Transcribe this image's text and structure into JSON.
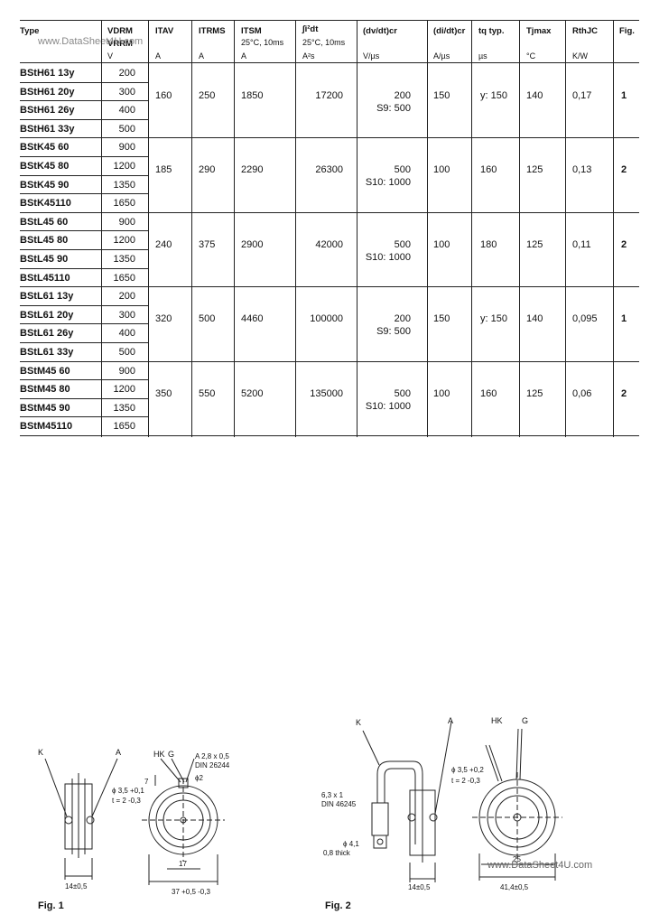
{
  "header": {
    "type": "Type",
    "vdrm": "VDRM",
    "vrrm": "VRRM",
    "itav": "ITAV",
    "itrms": "ITRMS",
    "itsm": "ITSM",
    "itsm_cond": "25°C, 10ms",
    "i2dt": "∫i²dt",
    "i2dt_cond": "25°C, 10ms",
    "dvdt": "(dv/dt)cr",
    "didt": "(di/dt)cr",
    "tq": "tq typ.",
    "tjmax": "Tjmax",
    "rth": "RthJC",
    "fig": "Fig."
  },
  "units": {
    "v": "V",
    "itav": "A",
    "itrms": "A",
    "itsm": "A",
    "i2dt": "A²s",
    "dvdt": "V/µs",
    "didt": "A/µs",
    "tq": "µs",
    "tj": "°C",
    "rth": "K/W"
  },
  "rows": [
    {
      "type": "BStH61 13y",
      "v": "200"
    },
    {
      "type": "BStH61 20y",
      "v": "300"
    },
    {
      "type": "BStH61 26y",
      "v": "400"
    },
    {
      "type": "BStH61 33y",
      "v": "500"
    },
    {
      "type": "BStK45 60",
      "v": "900"
    },
    {
      "type": "BStK45 80",
      "v": "1200"
    },
    {
      "type": "BStK45 90",
      "v": "1350"
    },
    {
      "type": "BStK45110",
      "v": "1650"
    },
    {
      "type": "BStL45 60",
      "v": "900"
    },
    {
      "type": "BStL45 80",
      "v": "1200"
    },
    {
      "type": "BStL45 90",
      "v": "1350"
    },
    {
      "type": "BStL45110",
      "v": "1650"
    },
    {
      "type": "BStL61 13y",
      "v": "200"
    },
    {
      "type": "BStL61 20y",
      "v": "300"
    },
    {
      "type": "BStL61 26y",
      "v": "400"
    },
    {
      "type": "BStL61 33y",
      "v": "500"
    },
    {
      "type": "BStM45 60",
      "v": "900"
    },
    {
      "type": "BStM45 80",
      "v": "1200"
    },
    {
      "type": "BStM45 90",
      "v": "1350"
    },
    {
      "type": "BStM45110",
      "v": "1650"
    }
  ],
  "groups": [
    {
      "itav": "160",
      "itrms": "250",
      "itsm": "1850",
      "i2dt": "17200",
      "dvdt": "200",
      "dvdt2": "S9:   500",
      "didt": "150",
      "tq": "y: 150",
      "tj": "140",
      "rth": "0,17",
      "fig": "1"
    },
    {
      "itav": "185",
      "itrms": "290",
      "itsm": "2290",
      "i2dt": "26300",
      "dvdt": "500",
      "dvdt2": "S10: 1000",
      "didt": "100",
      "tq": "160",
      "tj": "125",
      "rth": "0,13",
      "fig": "2"
    },
    {
      "itav": "240",
      "itrms": "375",
      "itsm": "2900",
      "i2dt": "42000",
      "dvdt": "500",
      "dvdt2": "S10: 1000",
      "didt": "100",
      "tq": "180",
      "tj": "125",
      "rth": "0,11",
      "fig": "2"
    },
    {
      "itav": "320",
      "itrms": "500",
      "itsm": "4460",
      "i2dt": "100000",
      "dvdt": "200",
      "dvdt2": "S9:   500",
      "didt": "150",
      "tq": "y: 150",
      "tj": "140",
      "rth": "0,095",
      "fig": "1"
    },
    {
      "itav": "350",
      "itrms": "550",
      "itsm": "5200",
      "i2dt": "135000",
      "dvdt": "500",
      "dvdt2": "S10: 1000",
      "didt": "100",
      "tq": "160",
      "tj": "125",
      "rth": "0,06",
      "fig": "2"
    }
  ],
  "watermark_top": "www.DataSheet4U.com",
  "watermark_bottom": "www.DataSheet4U.com",
  "fig1": {
    "label": "Fig. 1",
    "k": "K",
    "a": "A",
    "hk": "HK",
    "g": "G",
    "conn": "A 2,8 x 0,5",
    "din": "DIN 26244",
    "d2": "ϕ2",
    "d35": "ϕ 3,5 +0,1",
    "t2": "t = 2 -0,3",
    "dim14": "14±0,5",
    "dim17": "17",
    "dim37": "37 +0,5 -0,3",
    "dim7": "7"
  },
  "fig2": {
    "label": "Fig. 2",
    "k": "K",
    "a": "A",
    "hk": "HK",
    "g": "G",
    "d35": "ϕ 3,5 +0,2",
    "t2": "t = 2 -0,3",
    "m63": "6,3 x 1",
    "din": "DIN 46245",
    "d41": "ϕ 4,1",
    "thick": "0,8 thick",
    "dim14": "14±0,5",
    "dim25": "25",
    "dim414": "41,4±0,5"
  }
}
